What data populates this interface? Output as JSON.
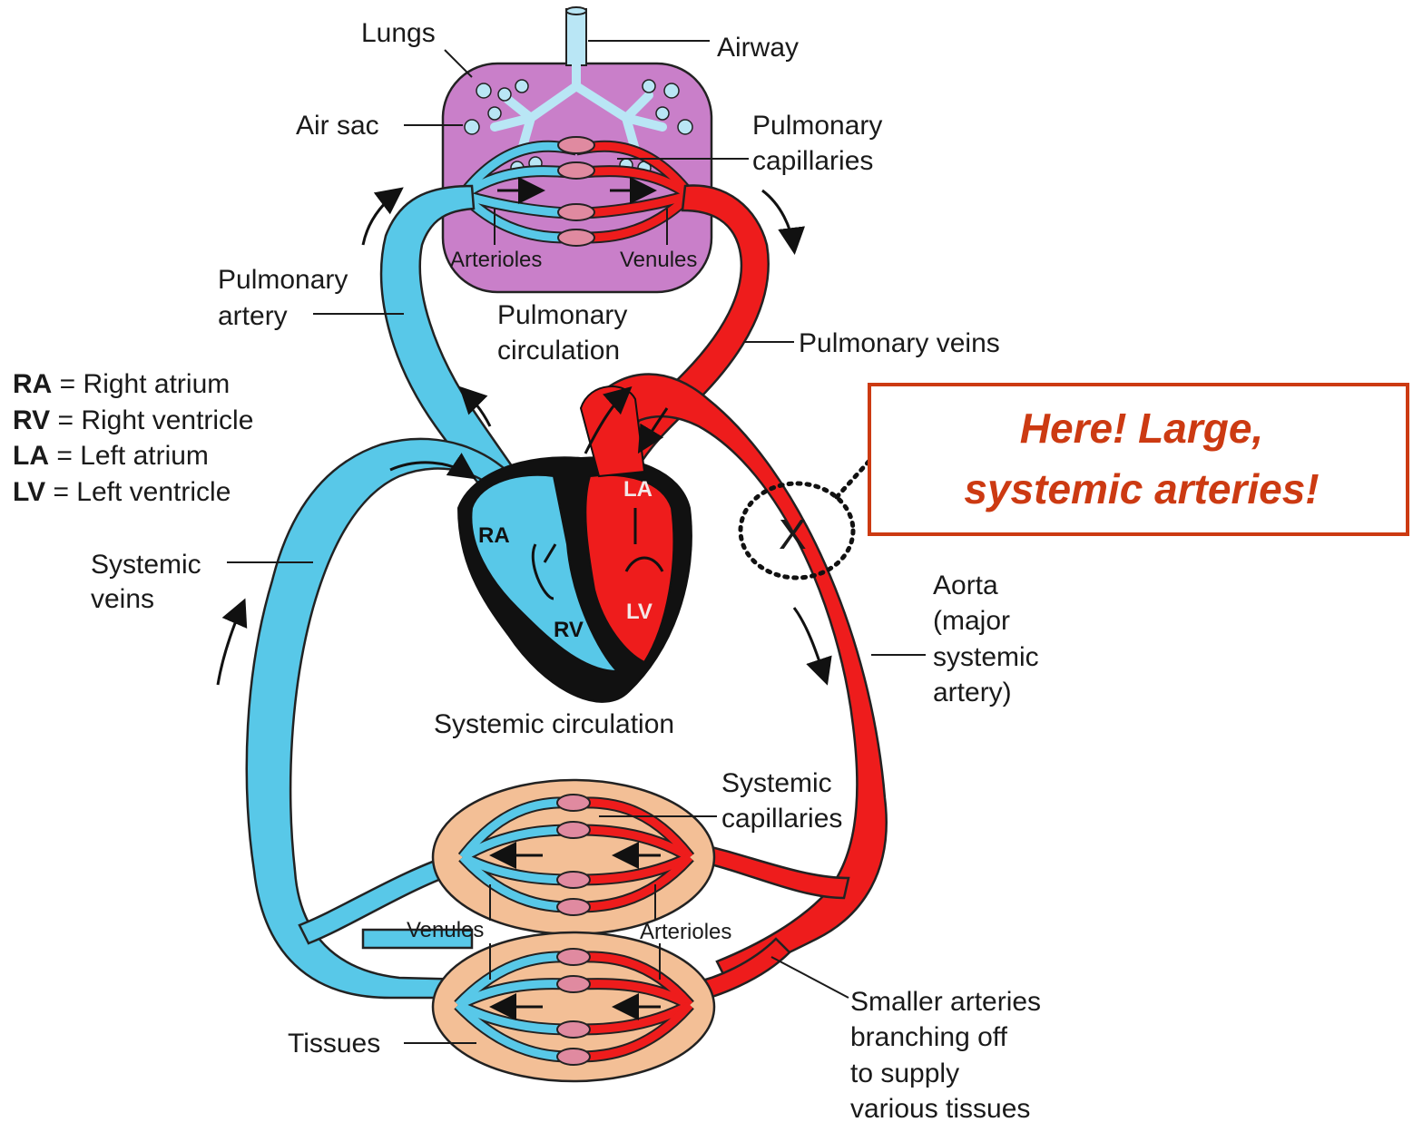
{
  "labels": {
    "lungs": "Lungs",
    "airway": "Airway",
    "air_sac": "Air sac",
    "pulmonary_capillaries_1": "Pulmonary",
    "pulmonary_capillaries_2": "capillaries",
    "arterioles_top": "Arterioles",
    "venules_top": "Venules",
    "pulmonary_artery_1": "Pulmonary",
    "pulmonary_artery_2": "artery",
    "pulmonary_circulation_1": "Pulmonary",
    "pulmonary_circulation_2": "circulation",
    "pulmonary_veins": "Pulmonary veins",
    "systemic_veins_1": "Systemic",
    "systemic_veins_2": "veins",
    "aorta_1": "Aorta",
    "aorta_2": "(major",
    "aorta_3": "systemic",
    "aorta_4": "artery)",
    "systemic_circulation": "Systemic circulation",
    "systemic_capillaries_1": "Systemic",
    "systemic_capillaries_2": "capillaries",
    "venules_bottom": "Venules",
    "arterioles_bottom": "Arterioles",
    "tissues": "Tissues",
    "smaller_arteries_1": "Smaller arteries",
    "smaller_arteries_2": "branching off",
    "smaller_arteries_3": "to supply",
    "smaller_arteries_4": "various tissues"
  },
  "heart": {
    "ra": "RA",
    "rv": "RV",
    "la": "LA",
    "lv": "LV"
  },
  "legend": [
    {
      "key": "RA",
      "text": " = Right atrium"
    },
    {
      "key": "RV",
      "text": " = Right ventricle"
    },
    {
      "key": "LA",
      "text": " = Left atrium"
    },
    {
      "key": "LV",
      "text": " = Left ventricle"
    }
  ],
  "callout": {
    "line1": "Here! Large,",
    "line2": "systemic arteries!",
    "marker": "X"
  },
  "colors": {
    "deoxygenated": "#58c8e8",
    "oxygenated": "#ee1c1c",
    "lung_tissue": "#c97fc9",
    "body_tissue": "#f3bf96",
    "callout": "#cc3a12"
  }
}
